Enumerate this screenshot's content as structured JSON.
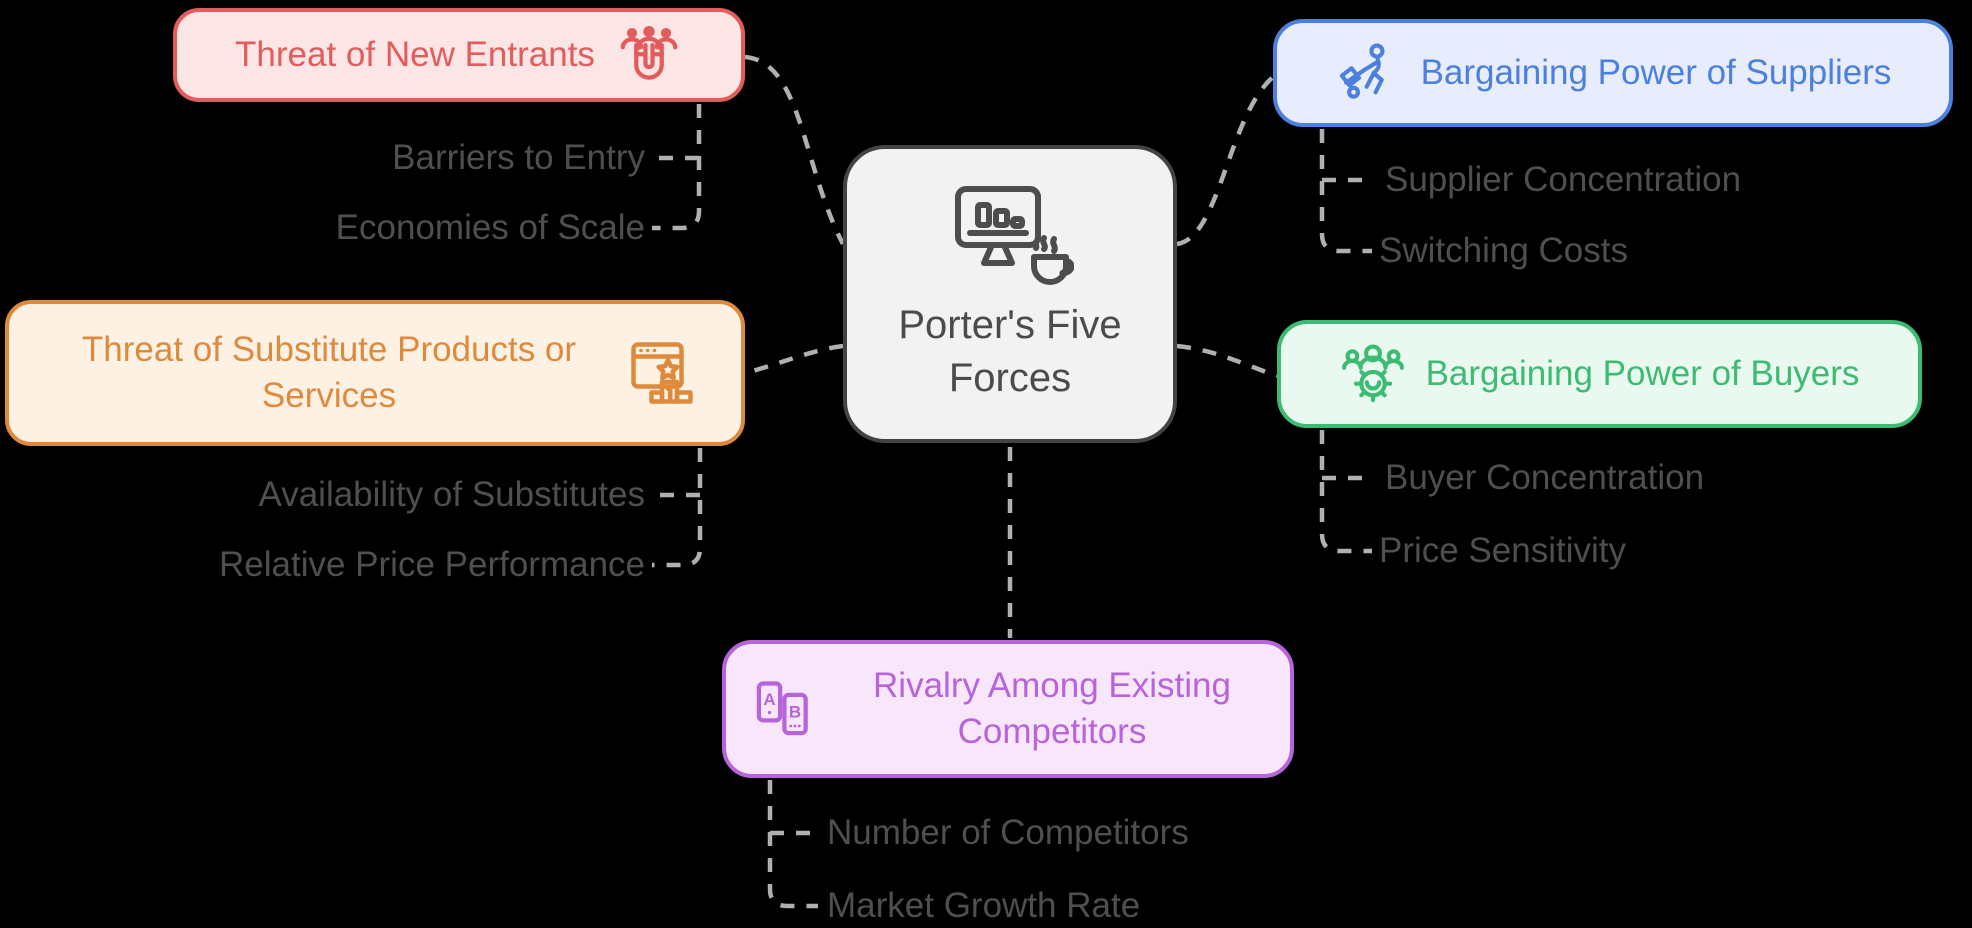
{
  "diagram": {
    "background_color": "#000000",
    "connector_color": "#b0b0b0",
    "child_text_color": "#4f4f4f"
  },
  "center": {
    "label": "Porter's Five Forces",
    "icon": "monitor-chart-coffee-icon",
    "fill": "#f2f2f2",
    "border_color": "#434343",
    "text_color": "#4b4b4b"
  },
  "branches": [
    {
      "label": "Threat of New Entrants",
      "icon": "magnet-people-icon",
      "color": "#e25c5c",
      "fill": "#fbe5e5",
      "children": [
        "Barriers to Entry",
        "Economies of Scale"
      ]
    },
    {
      "label": "Threat of Substitute Products or Services",
      "icon": "ranking-browser-icon",
      "color": "#dd8a3c",
      "fill": "#fdf1e4",
      "children": [
        "Availability of Substitutes",
        "Relative Price Performance"
      ]
    },
    {
      "label": "Bargaining Power of Suppliers",
      "icon": "supplier-cart-icon",
      "color": "#4d80dd",
      "fill": "#e7edfc",
      "children": [
        "Supplier Concentration",
        "Switching Costs"
      ]
    },
    {
      "label": "Bargaining Power of Buyers",
      "icon": "buyers-gear-icon",
      "color": "#3cbb72",
      "fill": "#e9f9f0",
      "children": [
        "Buyer Concentration",
        "Price Sensitivity"
      ]
    },
    {
      "label": "Rivalry Among Existing Competitors",
      "icon": "ab-phones-icon",
      "color": "#b763da",
      "fill": "#f8e7fb",
      "children": [
        "Number of Competitors",
        "Market Growth Rate"
      ]
    }
  ]
}
